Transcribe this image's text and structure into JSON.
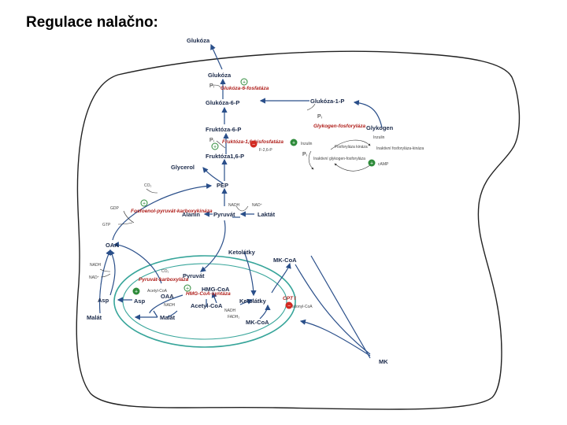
{
  "title": "Regulace nalačno:",
  "labels": {
    "glukoza_out": "Glukóza",
    "glukoza": "Glukóza",
    "pi1": "Pᵢ",
    "g6pase": "Glukóza-6-fosfatáza",
    "g6p": "Glukóza-6-P",
    "g1p": "Glukóza-1-P",
    "pi_g1p": "Pᵢ",
    "f6p": "Fruktóza-6-P",
    "pi2": "Pᵢ",
    "fbpase": "Fruktóza-1,6-bisfosfatáza",
    "f26p": "F-2,6-P",
    "f16p": "Fruktóza1,6-P",
    "glycerol": "Glycerol",
    "co2_a": "CO₂",
    "pep": "PEP",
    "gdp": "GDP",
    "gtp": "GTP",
    "pepck": "Fosfoenol-pyruvát-karboxykináza",
    "nadh_a": "NADH",
    "nad_a": "NAD⁺",
    "alanin": "Alanin",
    "pyruvat": "Pyruvát",
    "laktat": "Laktát",
    "glykogen": "Glykogen",
    "glyk_fosforylaza": "Glykogen-fosforyláza",
    "insulin_a": "Inzulin",
    "insulin_b": "Inzulin",
    "fosforylaza_kinaza": "Fosforyláza kináza",
    "inaktivni_fosforylaza": "Inaktivní glykogen-fosforyláza",
    "inaktivni_kinaza": "Inaktivní fosforyláza-kináza",
    "pi3": "Pᵢ",
    "camp": "cAMP",
    "oaa_cyt": "OAA",
    "nadh_b": "NADH",
    "nad_b": "NAD⁺",
    "asp_cyt": "Asp",
    "malat_cyt": "Malát",
    "ketolatky_top": "Ketolátky",
    "mkcoa_top": "MK-CoA",
    "co2_m": "CO₂",
    "pyruvat_m": "Pyruvát",
    "pyr_karboxylaza": "Pyruvát-karboxyláza",
    "acetylcoa_small": "Acetyl-CoA",
    "hmgcoa": "HMG-CoA",
    "hmgcoa_syntaza": "HMG-CoA-syntáza",
    "oaa_m": "OAA",
    "nadh_m": "NADH",
    "asp_m": "Asp",
    "acetylcoa": "Acetyl-CoA",
    "ketolatky_m": "Ketolátky",
    "nadh_m2": "NADH",
    "fadh2": "FADH₂",
    "malat_m": "Malát",
    "mkcoa_m": "MK-CoA",
    "cpt": "CPT I",
    "malonyl": "Malonyl-CoA",
    "mk": "MK"
  },
  "badges": {
    "plus": "+",
    "minus": "−"
  },
  "colors": {
    "activator": "#2e8b3a",
    "inhibitor": "#d22a22",
    "pathway": "#2a4f8a"
  }
}
